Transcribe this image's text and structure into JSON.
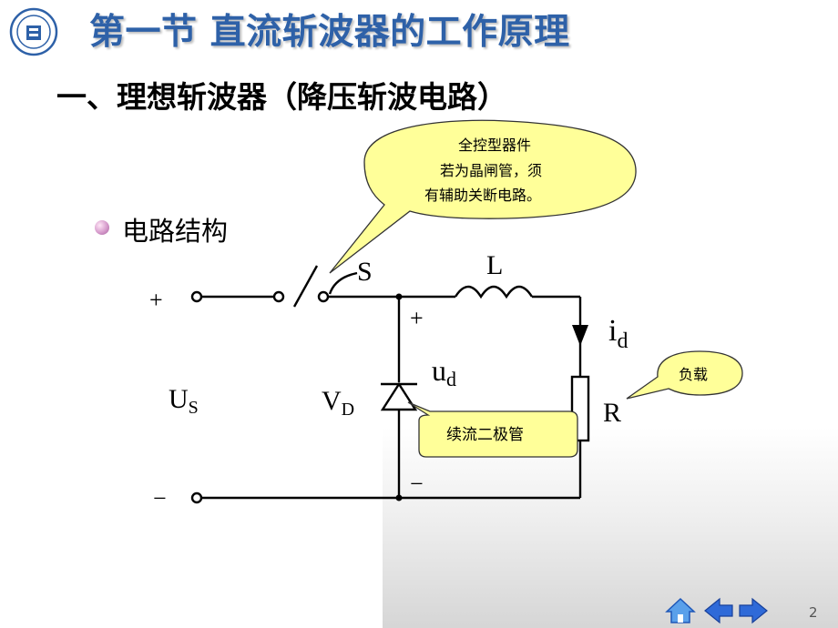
{
  "slide": {
    "title": "第一节 直流斩波器的工作原理",
    "subtitle": "一、理想斩波器（降压斩波电路）",
    "bullet": "电路结构",
    "page_number": "2"
  },
  "diagram": {
    "labels": {
      "plus_left": "+",
      "minus_left": "−",
      "source_main": "U",
      "source_sub": "S",
      "switch": "S",
      "inductor": "L",
      "diode_main": "V",
      "diode_sub": "D",
      "voltage_main": "u",
      "voltage_sub": "d",
      "plus_mid": "+",
      "minus_mid": "−",
      "current_main": "i",
      "current_sub": "d",
      "resistor": "R"
    },
    "callouts": {
      "switch_note": {
        "line1": "全控型器件",
        "line2": "若为晶闸管，须",
        "line3": "有辅助关断电路。"
      },
      "load": "负载",
      "diode_note": "续流二极管"
    }
  },
  "colors": {
    "title": "#2e61a8",
    "callout_fill": "#ffff99",
    "nav_arrow": "#2f6ad8"
  }
}
